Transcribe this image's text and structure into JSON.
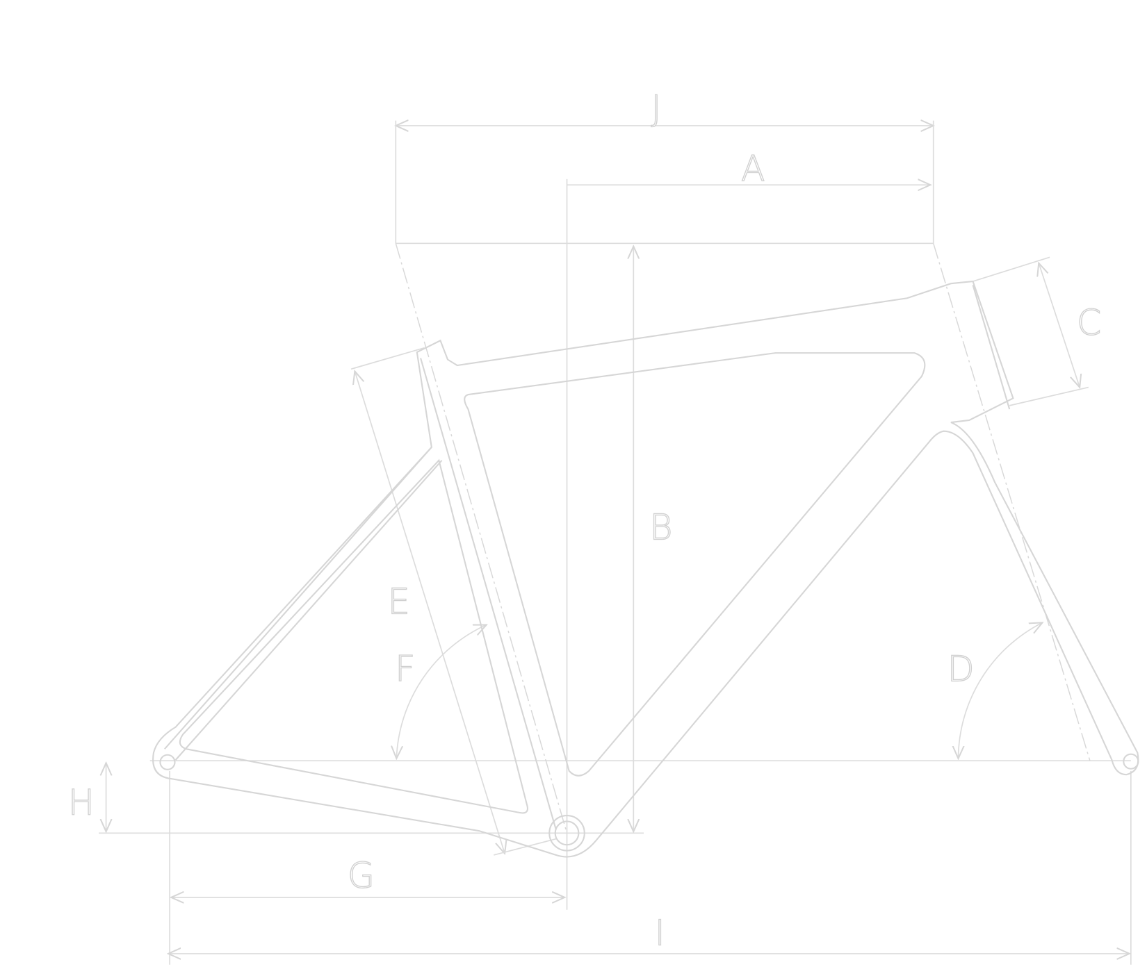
{
  "diagram": {
    "labels": {
      "A": "A",
      "B": "B",
      "C": "C",
      "D": "D",
      "E": "E",
      "F": "F",
      "G": "G",
      "H": "H",
      "I": "I",
      "J": "J"
    },
    "line_color": "#dcdcdc",
    "background": "#ffffff"
  }
}
